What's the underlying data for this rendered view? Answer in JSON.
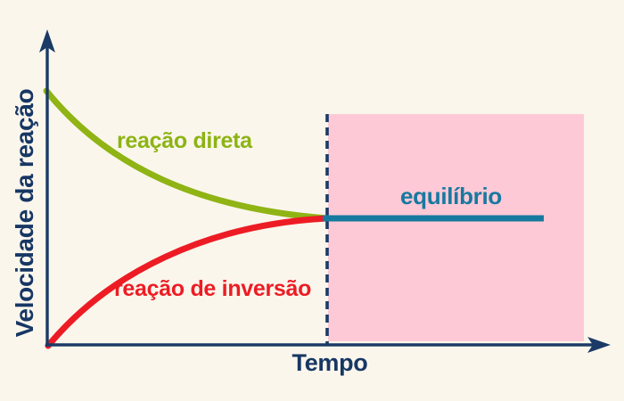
{
  "chart": {
    "y_axis_label": "Velocidade da reação",
    "x_axis_label": "Tempo",
    "curve_direct_label": "reação direta",
    "curve_inverse_label": "reação de inversão",
    "equilibrium_label": "equilíbrio"
  },
  "colors": {
    "background": "#fbf6ec",
    "axis_navy": "#1b3a66",
    "direct_green": "#8fb414",
    "inverse_red": "#ed1c24",
    "equilibrium_teal": "#1779a0",
    "equilibrium_region_pink": "#fdc9d6",
    "dashed_line_navy": "#1b3a66"
  },
  "chart_data": {
    "type": "line",
    "title": "",
    "xlabel": "Tempo",
    "ylabel": "Velocidade da reação",
    "grid": false,
    "numeric_ticks": false,
    "x_relative": [
      0,
      0.05,
      0.1,
      0.15,
      0.2,
      0.25,
      0.3,
      0.35,
      0.4,
      0.45,
      0.51
    ],
    "series": [
      {
        "name": "reação direta",
        "color": "#8fb414",
        "trend": "decreasing",
        "values_relative": [
          0.84,
          0.7,
          0.61,
          0.55,
          0.5,
          0.47,
          0.45,
          0.44,
          0.43,
          0.425,
          0.42
        ]
      },
      {
        "name": "reação de inversão",
        "color": "#ed1c24",
        "trend": "increasing",
        "values_relative": [
          0.0,
          0.14,
          0.22,
          0.28,
          0.33,
          0.36,
          0.385,
          0.4,
          0.41,
          0.415,
          0.42
        ]
      }
    ],
    "equilibrium": {
      "label": "equilíbrio",
      "starts_at_x_relative": 0.51,
      "velocity_relative": 0.42,
      "line_color": "#1779a0",
      "line_extends_to_x_relative": 0.91
    },
    "shaded_region": {
      "from_x_relative": 0.51,
      "to_x_relative": 0.98,
      "color": "#fdc9d6"
    },
    "annotations": [
      {
        "text": "reação direta",
        "color": "#8cb414",
        "position": "upper-left on green curve"
      },
      {
        "text": "reação de inversão",
        "color": "#ed1c24",
        "position": "lower-left under red curve"
      },
      {
        "text": "equilíbrio",
        "color": "#1779a0",
        "position": "above equilibrium line inside pink region"
      }
    ],
    "legend_position": "inline-annotations"
  }
}
